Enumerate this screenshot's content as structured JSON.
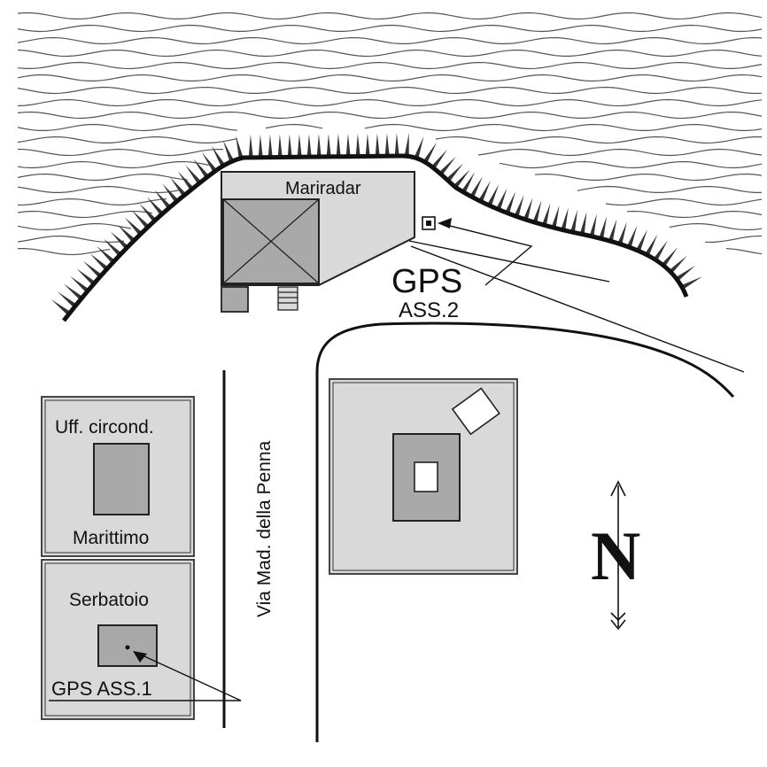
{
  "labels": {
    "mariradar": "Mariradar",
    "gps_ass2_line1": "GPS",
    "gps_ass2_line2": "ASS.2",
    "street": "Via Mad. della Penna",
    "uff_top": "Uff. circond.",
    "uff_bottom": "Marittimo",
    "serbatoio": "Serbatoio",
    "gps_ass1": "GPS ASS.1",
    "north": "N"
  },
  "colors": {
    "building_fill": "#d9d9d9",
    "building_dark": "#a9a9a9",
    "ink": "#111111",
    "background": "#ffffff"
  },
  "icons": {
    "north_arrow": "north-arrow-icon",
    "gps_marker": "gps-marker-icon"
  }
}
